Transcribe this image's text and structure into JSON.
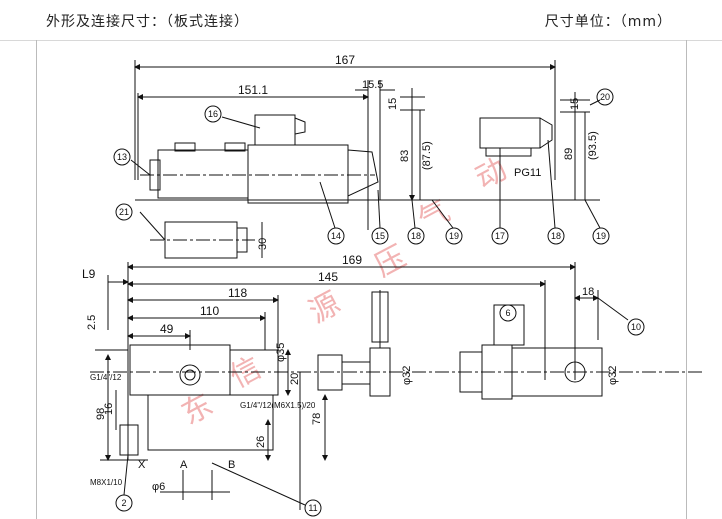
{
  "header": {
    "title": "外形及连接尺寸：（板式连接）",
    "unit": "尺寸单位：（mm）"
  },
  "top_view": {
    "dims": {
      "overall": "167",
      "body": "151.1",
      "coil": "15.5",
      "top_off": "15",
      "height": "83",
      "height_ref": "(87.5)",
      "side_height": "89",
      "side_height_ref": "(93.5)",
      "side_top": "15",
      "plug_height": "30"
    },
    "callouts": [
      "16",
      "13",
      "14",
      "15",
      "18",
      "19",
      "21",
      "17",
      "18",
      "19",
      "20"
    ],
    "cable_label": "PG11"
  },
  "bottom_view": {
    "dims": {
      "l9": "L9",
      "d169": "169",
      "d145": "145",
      "d118": "118",
      "d110": "110",
      "d49": "49",
      "d2_5": "2.5",
      "d98": "98",
      "d16": "16",
      "d35": "φ35",
      "d20": "20",
      "d78": "78",
      "d26": "26",
      "d32a": "φ32",
      "d32b": "φ32",
      "d18": "18",
      "d6": "φ6"
    },
    "thread_left": "G1/4\"/12",
    "thread_bottom": "G1/4\"/12(M6X1.5)/20",
    "thread_m": "M8X1/10",
    "ports": [
      "X",
      "A",
      "B"
    ],
    "callouts": [
      "6",
      "10",
      "2",
      "11"
    ]
  },
  "watermark": [
    "东",
    "信",
    "源",
    "压",
    "气",
    "动"
  ]
}
